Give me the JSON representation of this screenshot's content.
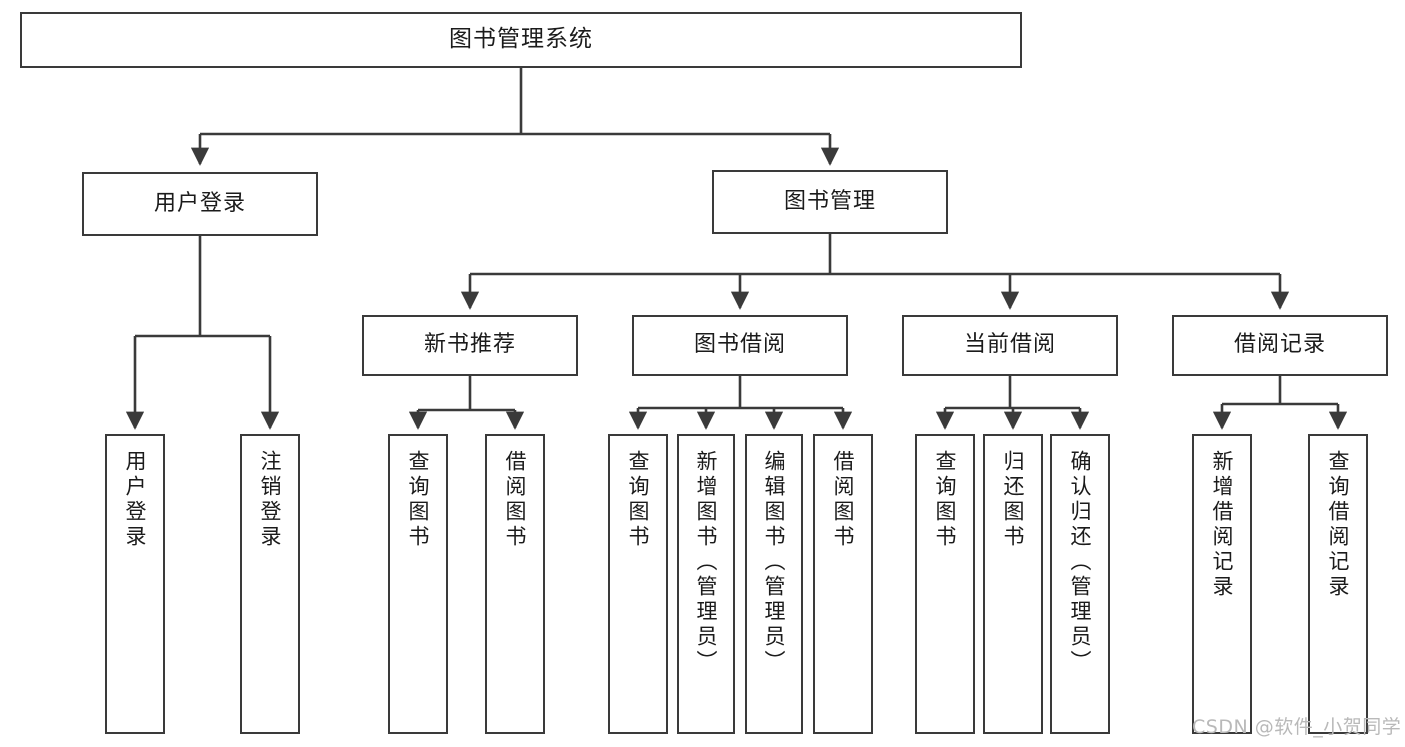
{
  "diagram": {
    "type": "tree-hierarchy",
    "title": "图书管理系统",
    "watermark": "CSDN @软件_小贺同学",
    "colors": {
      "box_border": "#3a3a3a",
      "box_fill": "#ffffff",
      "edge": "#3a3a3a",
      "text": "#1b1b1b",
      "watermark": "#b9b9b9"
    },
    "nodes": {
      "root": {
        "label": "图书管理系统",
        "level": 1
      },
      "l2": [
        {
          "id": "user-login",
          "label": "用户登录",
          "level": 2
        },
        {
          "id": "book-manage",
          "label": "图书管理",
          "level": 2
        }
      ],
      "l3": [
        {
          "id": "new-book-recommend",
          "label": "新书推荐",
          "level": 3
        },
        {
          "id": "book-borrow",
          "label": "图书借阅",
          "level": 3
        },
        {
          "id": "current-borrow",
          "label": "当前借阅",
          "level": 3
        },
        {
          "id": "borrow-record",
          "label": "借阅记录",
          "level": 3
        }
      ],
      "leaves": {
        "user-login": [
          {
            "id": "leaf-user-login",
            "label": "用户登录"
          },
          {
            "id": "leaf-user-logout",
            "label": "注销登录"
          }
        ],
        "new-book-recommend": [
          {
            "id": "leaf-query-book-1",
            "label": "查询图书"
          },
          {
            "id": "leaf-borrow-book-1",
            "label": "借阅图书"
          }
        ],
        "book-borrow": [
          {
            "id": "leaf-query-book-2",
            "label": "查询图书"
          },
          {
            "id": "leaf-add-book",
            "label": "新增图书（管理员）"
          },
          {
            "id": "leaf-edit-book",
            "label": "编辑图书（管理员）"
          },
          {
            "id": "leaf-borrow-book-2",
            "label": "借阅图书"
          }
        ],
        "current-borrow": [
          {
            "id": "leaf-query-book-3",
            "label": "查询图书"
          },
          {
            "id": "leaf-return-book",
            "label": "归还图书"
          },
          {
            "id": "leaf-confirm-return",
            "label": "确认归还（管理员）"
          }
        ],
        "borrow-record": [
          {
            "id": "leaf-add-record",
            "label": "新增借阅记录"
          },
          {
            "id": "leaf-query-record",
            "label": "查询借阅记录"
          }
        ]
      }
    }
  }
}
